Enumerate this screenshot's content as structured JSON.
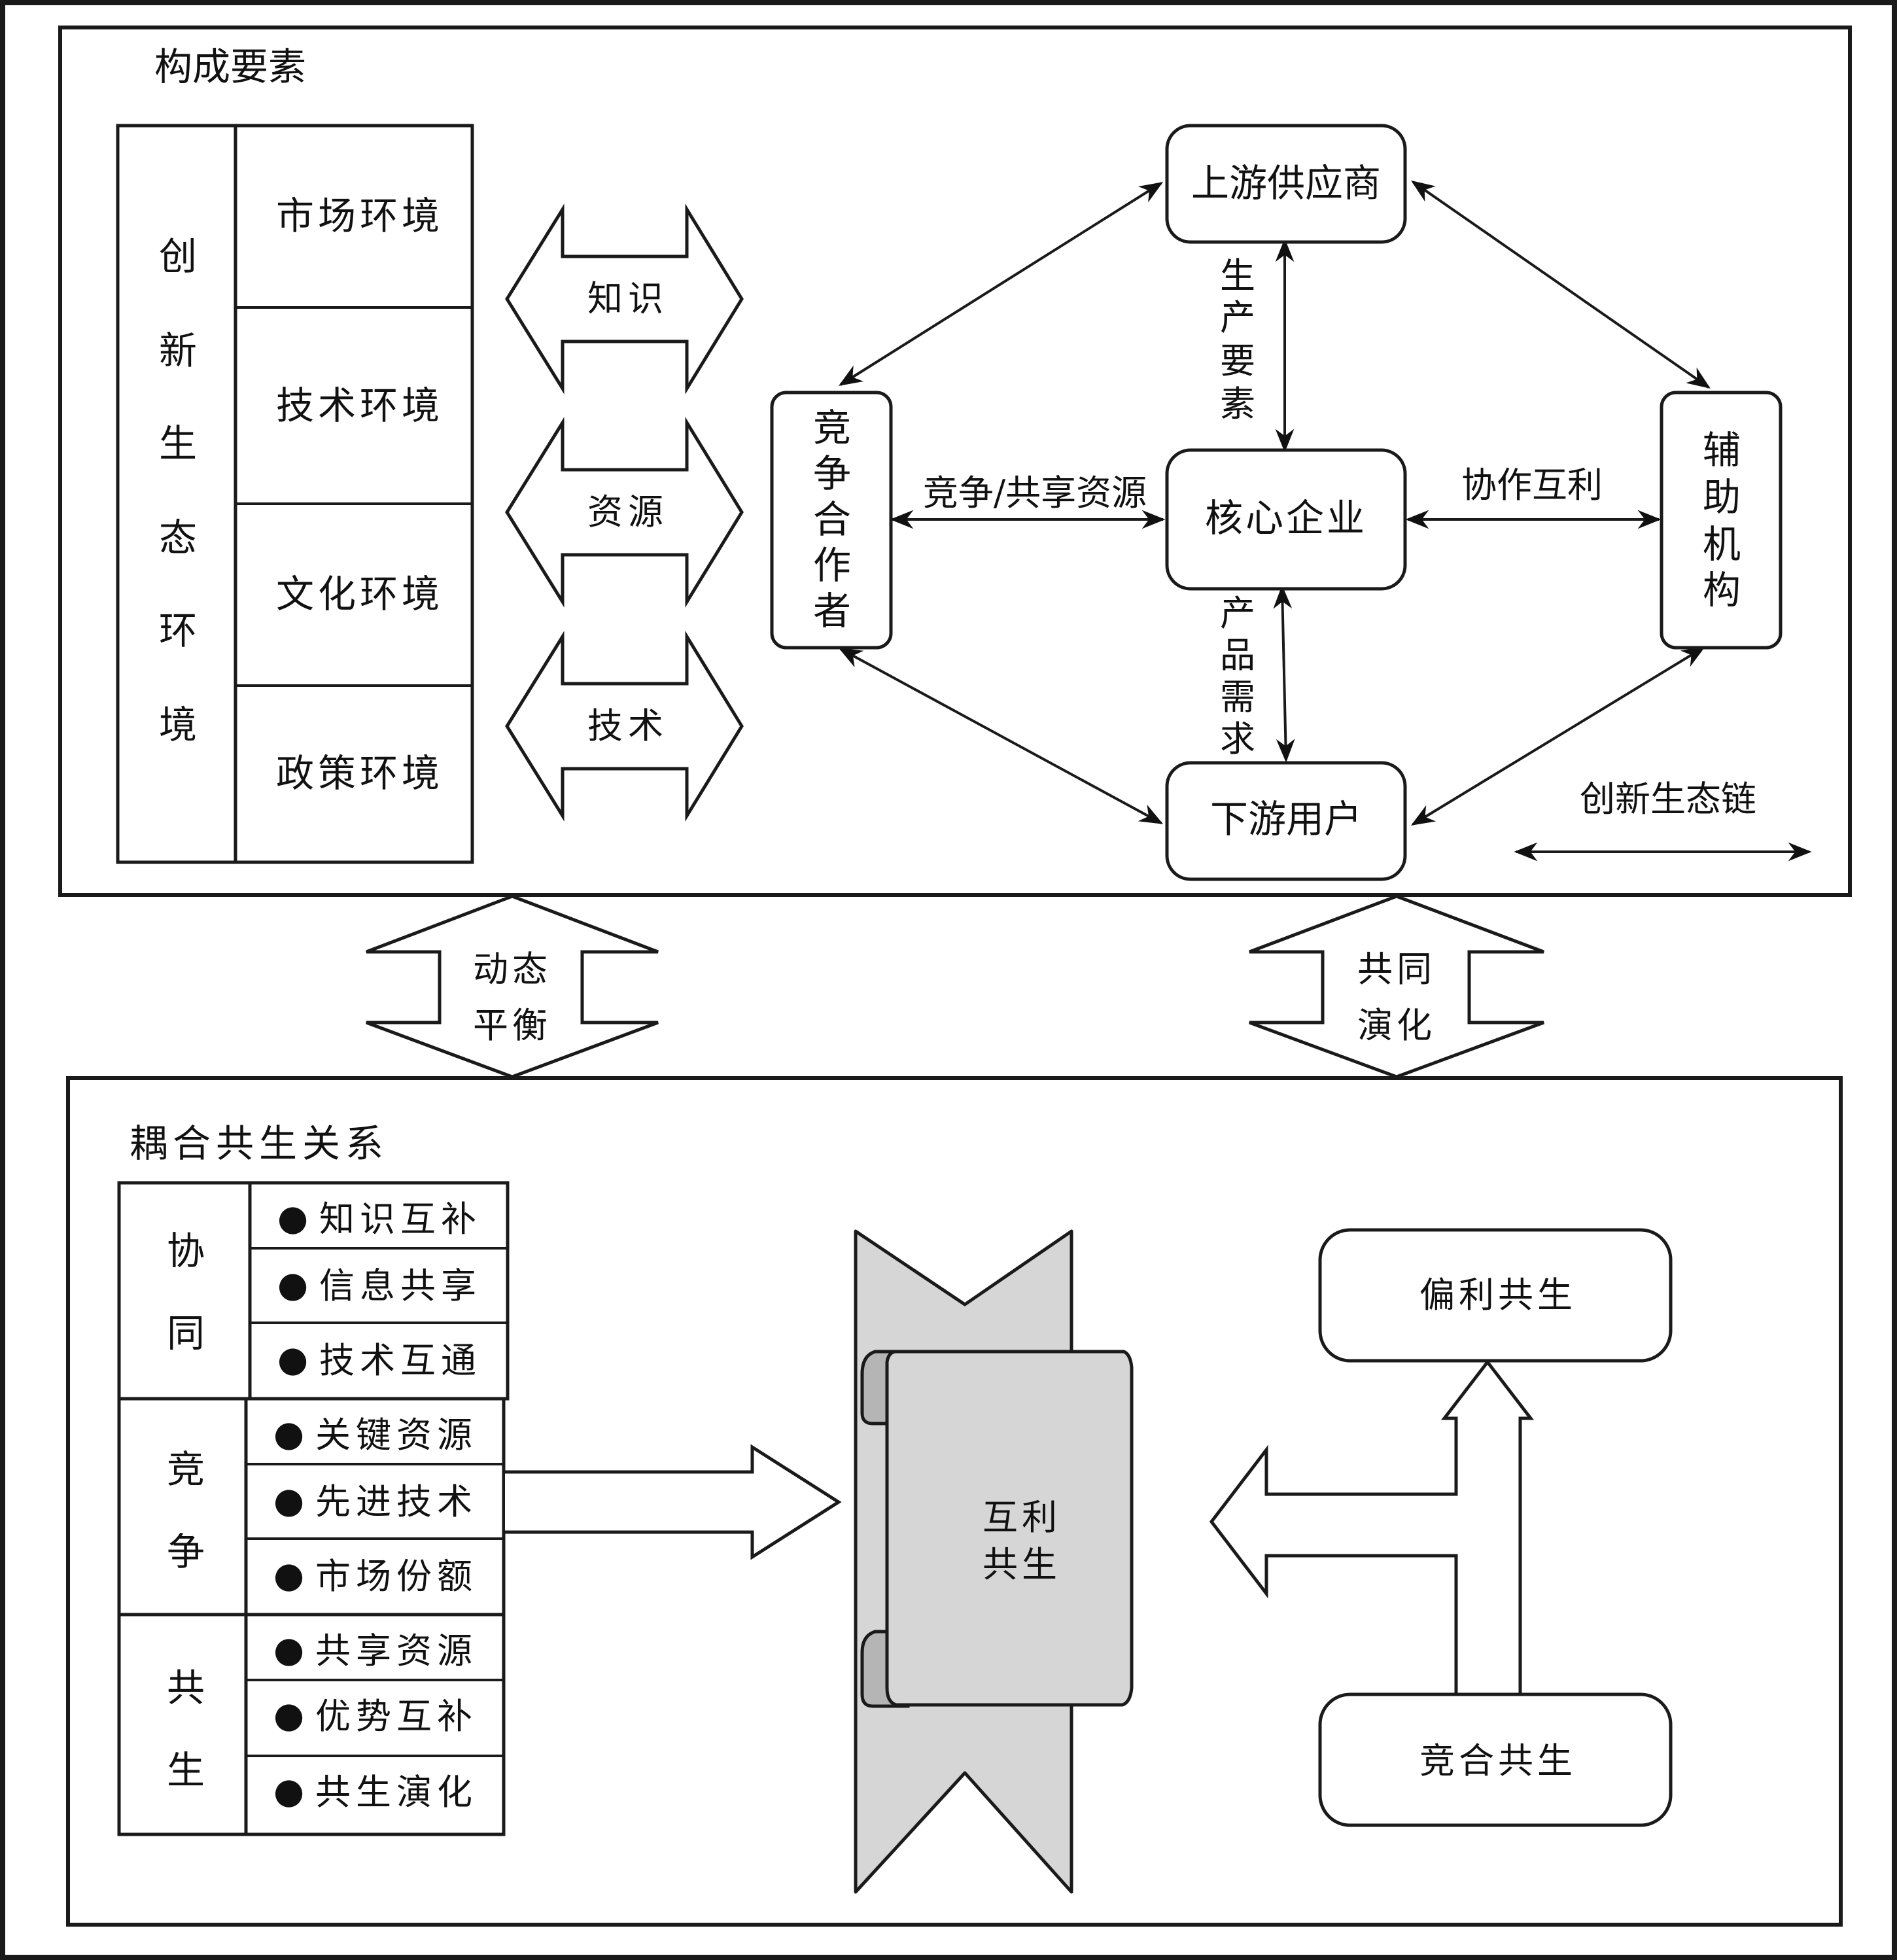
{
  "top_section": {
    "title": "构成要素",
    "environment": {
      "label_chars": [
        "创",
        "新",
        "生",
        "态",
        "环",
        "境"
      ],
      "items": [
        "市场环境",
        "技术环境",
        "文化环境",
        "政策环境"
      ]
    },
    "flows": [
      "知识",
      "资源",
      "技术"
    ],
    "ecosystem": {
      "nodes": {
        "upstream": "上游供应商",
        "core": "核心企业",
        "downstream": "下游用户",
        "competitor_chars": [
          "竞",
          "争",
          "合",
          "作",
          "者"
        ],
        "support_chars": [
          "辅",
          "助",
          "机",
          "构"
        ]
      },
      "edge_labels": {
        "production_chars": [
          "生",
          "产",
          "要",
          "素"
        ],
        "demand_chars": [
          "产",
          "品",
          "需",
          "求"
        ],
        "competition": "竞争/共享资源",
        "cooperation": "协作互利"
      },
      "legend": {
        "label": "创新生态链"
      }
    }
  },
  "connectors": {
    "left": {
      "line1": "动态",
      "line2": "平衡"
    },
    "right": {
      "line1": "共同",
      "line2": "演化"
    }
  },
  "bottom_section": {
    "title": "耦合共生关系",
    "groups": [
      {
        "label_chars": [
          "协",
          "同"
        ],
        "items": [
          "知识互补",
          "信息共享",
          "技术互通"
        ]
      },
      {
        "label_chars": [
          "竞",
          "争"
        ],
        "items": [
          "关键资源",
          "先进技术",
          "市场份额"
        ]
      },
      {
        "label_chars": [
          "共",
          "生"
        ],
        "items": [
          "共享资源",
          "优势互补",
          "共生演化"
        ]
      }
    ],
    "bullet": "●",
    "center": {
      "line1": "互利",
      "line2": "共生"
    },
    "right_nodes": {
      "top": "偏利共生",
      "bottom": "竞合共生"
    }
  },
  "colors": {
    "stroke": "#1a1a1a",
    "scroll_fill": "#d6d6d6",
    "scroll_shadow": "#b5b5b5",
    "background": "#ffffff"
  }
}
